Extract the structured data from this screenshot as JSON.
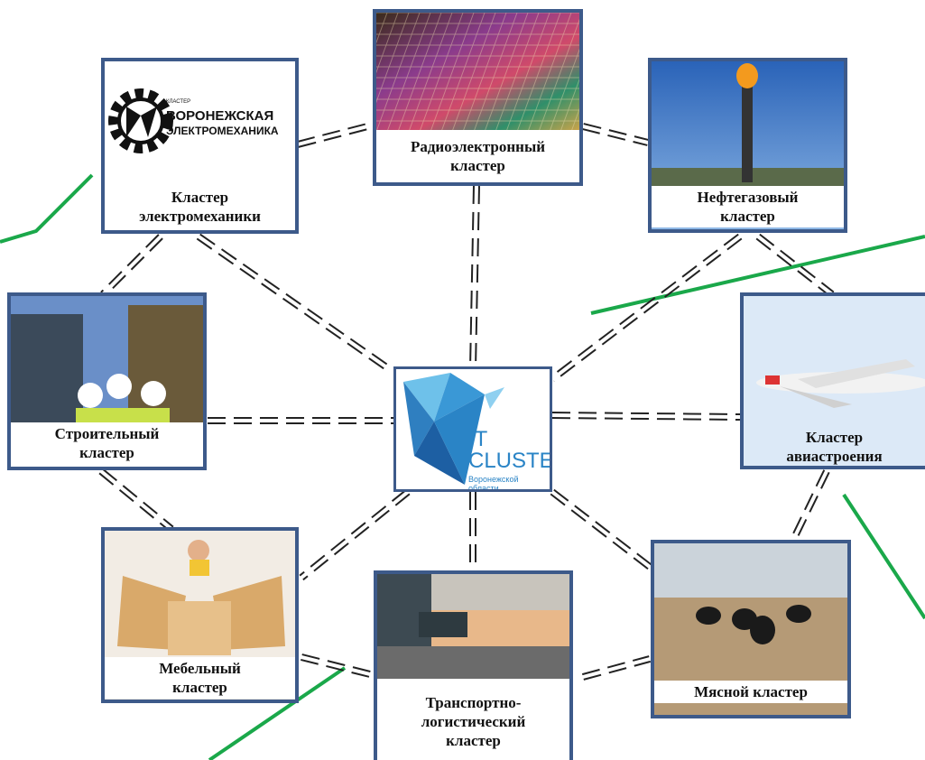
{
  "center": {
    "logo_line1": "IT",
    "logo_line2": "CLUSTER",
    "logo_line3": "Воронежской области"
  },
  "clusters": {
    "electromech": {
      "logo_small": "КЛАСТЕР",
      "logo_line1": "ВОРОНЕЖСКАЯ",
      "logo_line2": "ЭЛЕКТРОМЕХАНИКА",
      "label": "Кластер\nэлектромеханики"
    },
    "radio": {
      "label": "Радиоэлектронный\nкластер"
    },
    "oilgas": {
      "label": "Нефтегазовый\nкластер"
    },
    "construction": {
      "label": "Строительный\nкластер"
    },
    "aviation": {
      "label": "Кластер\nавиастроения"
    },
    "furniture": {
      "label": "Мебельный\nкластер"
    },
    "transport": {
      "label": "Транспортно-\nлогистический\nкластер"
    },
    "meat": {
      "label": "Мясной кластер"
    }
  },
  "colors": {
    "border": "#3d5a8a",
    "connector": "#222222",
    "accent_line": "#1aa84a",
    "logo_blue": "#2a84c6"
  }
}
